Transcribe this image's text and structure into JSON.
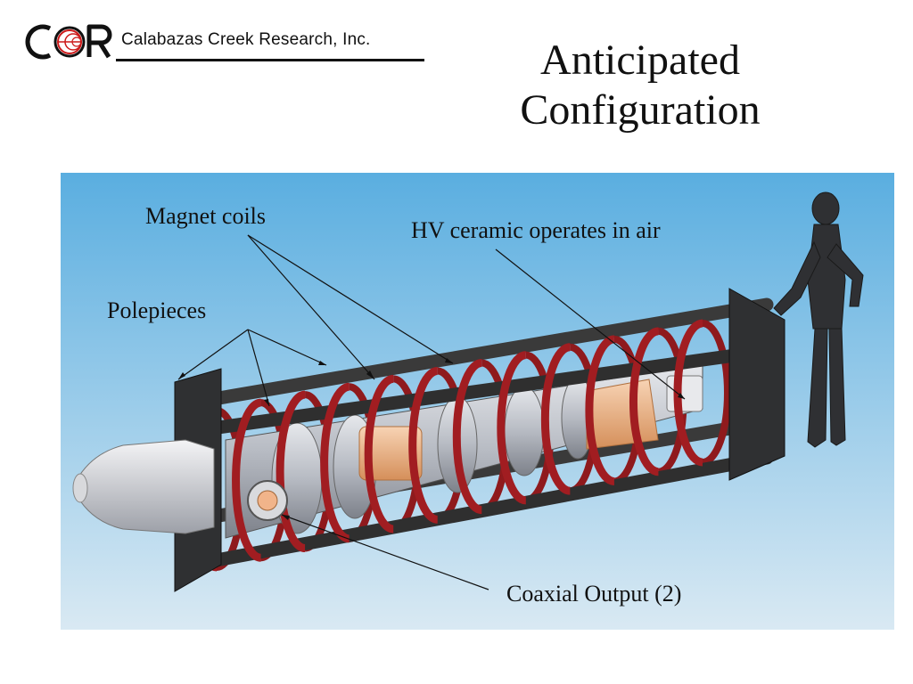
{
  "header": {
    "logo_text": "C   R",
    "company": "Calabazas Creek Research, Inc."
  },
  "slide": {
    "title_line1": "Anticipated",
    "title_line2": "Configuration"
  },
  "diagram": {
    "labels": {
      "magnet_coils": "Magnet coils",
      "hv_ceramic": "HV ceramic operates in air",
      "polepieces": "Polepieces",
      "coaxial_output": "Coaxial Output (2)"
    },
    "colors": {
      "sky_top": "#5aaee0",
      "sky_bottom": "#d9e9f3",
      "coil": "#9b1c1f",
      "frame": "#333333",
      "body_metal": "#b8bcc4",
      "ceramic": "#e9b68c"
    }
  }
}
